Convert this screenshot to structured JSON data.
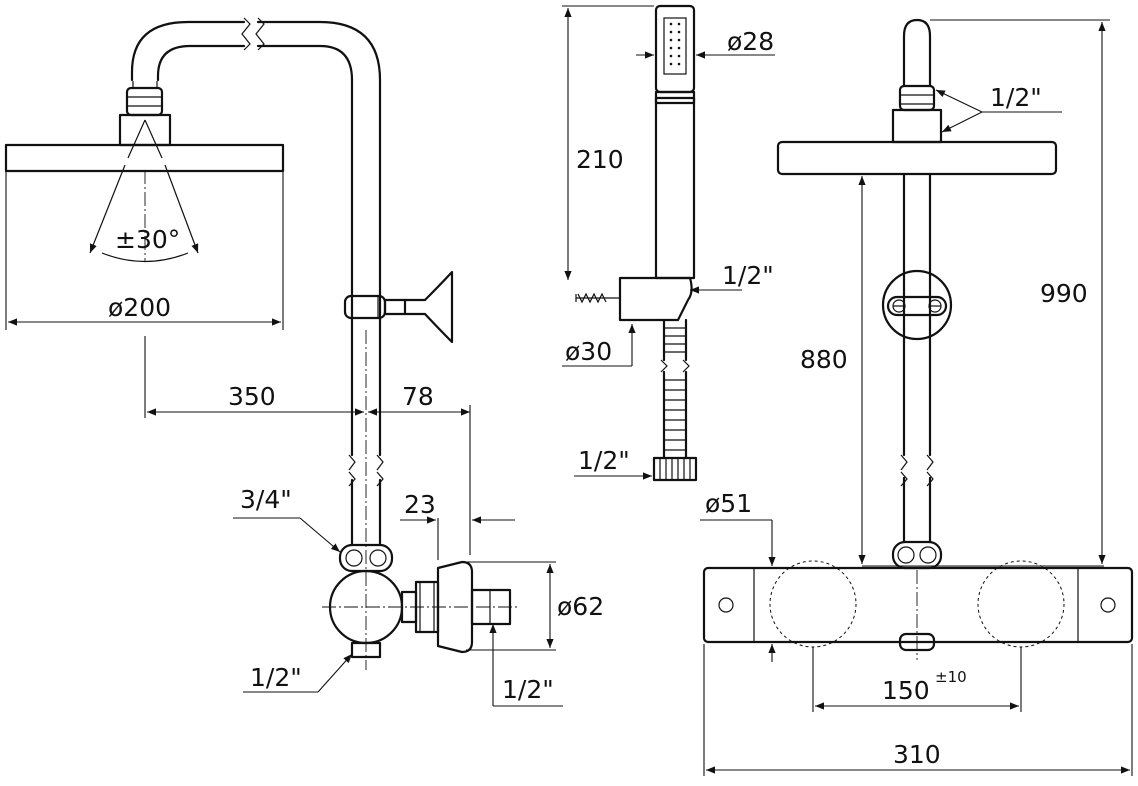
{
  "labels": {
    "spray_angle": "±30°",
    "head_diameter": "ø200",
    "arm_reach": "350",
    "bracket_offset": "78",
    "inlet_top": "3/4\"",
    "offset_small": "23",
    "wall_diameter": "ø62",
    "inlet_bottom": "1/2\"",
    "wall_thread": "1/2\"",
    "hand_diameter": "ø28",
    "hand_length": "210",
    "holder_thread": "1/2\"",
    "holder_diameter": "ø30",
    "hose_thread": "1/2\"",
    "riser_thread": "1/2\"",
    "overall_height": "990",
    "head_height": "880",
    "knob_diameter": "ø51",
    "centres": "150",
    "centres_tolerance": "±10",
    "overall_width": "310"
  }
}
